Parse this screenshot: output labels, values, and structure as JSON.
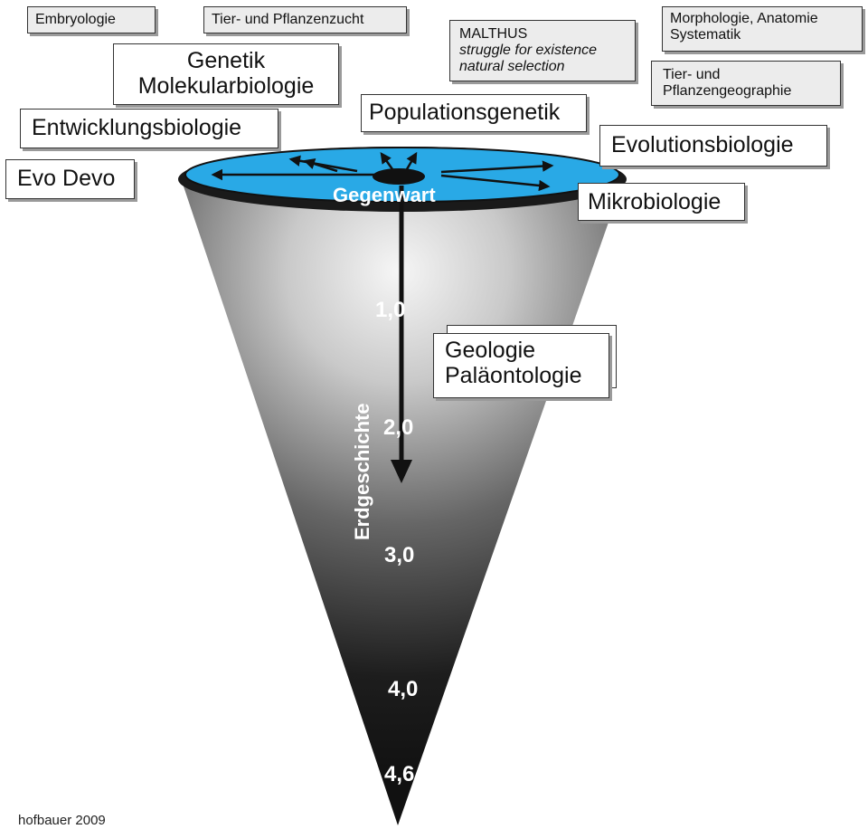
{
  "labels": {
    "embryologie": "Embryologie",
    "tierzucht": "Tier- und Pflanzenzucht",
    "genetik": "Genetik",
    "molekularbiologie": "Molekularbiologie",
    "malthus_title": "MALTHUS",
    "malthus_line2": "struggle for existence",
    "malthus_line3": "natural selection",
    "morph_line1": "Morphologie, Anatomie",
    "morph_line2": "Systematik",
    "geo_line1": "Tier- und",
    "geo_line2": "Pflanzengeographie",
    "entwicklung": "Entwicklungsbiologie",
    "populationsgenetik": "Populationsgenetik",
    "evolutionsbiologie": "Evolutionsbiologie",
    "evodevo": "Evo Devo",
    "mikrobiologie": "Mikrobiologie",
    "geologie": "Geologie",
    "palaeontologie": "Paläontologie"
  },
  "cone": {
    "top_label": "Gegenwart",
    "axis_label": "Erdgeschichte",
    "time_marks": [
      "1,0",
      "2,0",
      "3,0",
      "4,0",
      "4,6"
    ],
    "disc_color": "#29a9e6",
    "credit": "hofbauer 2009"
  }
}
